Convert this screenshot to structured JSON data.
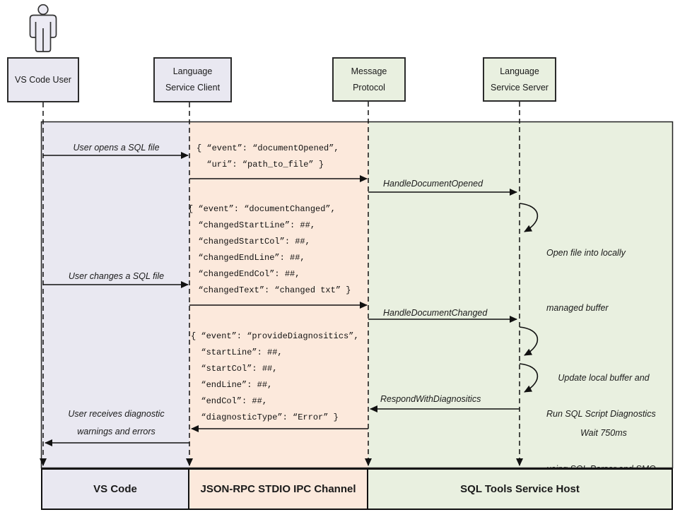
{
  "colors": {
    "lane_vscode": "#e9e8f1",
    "lane_ipc": "#fce9dc",
    "lane_host": "#e9f0e0",
    "line": "#111111"
  },
  "actors": {
    "user": {
      "label": "VS Code User"
    },
    "client": {
      "line1": "Language",
      "line2": "Service Client"
    },
    "protocol": {
      "line1": "Message",
      "line2": "Protocol"
    },
    "server": {
      "line1": "Language",
      "line2": "Service Server"
    }
  },
  "footer": {
    "vscode": "VS Code",
    "ipc": "JSON-RPC STDIO IPC Channel",
    "host": "SQL Tools Service Host"
  },
  "messages": {
    "open_file": "User opens a SQL file",
    "change_file": "User changes a SQL file",
    "receive": [
      "User receives diagnostic",
      "warnings and errors"
    ],
    "handle_opened": "HandleDocumentOpened",
    "handle_changed": "HandleDocumentChanged",
    "respond": "RespondWithDiagnositics"
  },
  "notes": {
    "open_buffer": [
      "Open file into locally",
      "managed buffer"
    ],
    "update_buffer": [
      "Update local buffer and",
      "Wait 750ms"
    ],
    "run_diagnostics": [
      "Run SQL Script Diagnostics",
      "using SQL Parser and SMO"
    ]
  },
  "payloads": {
    "document_opened": [
      "{ “event”: “documentOpened”,",
      "  “uri”: “path_to_file” }"
    ],
    "document_changed": [
      "{ “event”: “documentChanged”,",
      "  “changedStartLine”: ##,",
      "  “changedStartCol”: ##,",
      "  “changedEndLine”: ##,",
      "  “changedEndCol”: ##,",
      "  “changedText”: “changed txt” }"
    ],
    "provide_diagnostics": [
      "{ “event”: “provideDiagnositics”,",
      "  “startLine”: ##,",
      "  “startCol”: ##,",
      "  “endLine”: ##,",
      "  “endCol”: ##,",
      "  “diagnosticType”: “Error” }"
    ]
  }
}
